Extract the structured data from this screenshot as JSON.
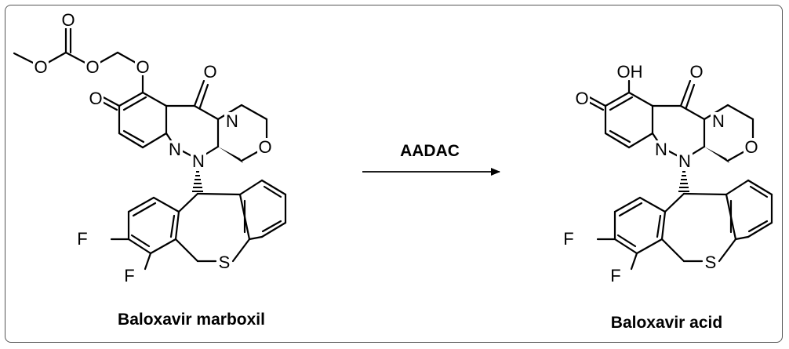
{
  "reaction": {
    "reactant_name": "Baloxavir marboxil",
    "product_name": "Baloxavir acid",
    "enzyme": "AADAC"
  },
  "atom_labels": {
    "oxygen": "O",
    "nitrogen": "N",
    "sulfur": "S",
    "fluorine": "F",
    "hydroxyl": "OH"
  }
}
